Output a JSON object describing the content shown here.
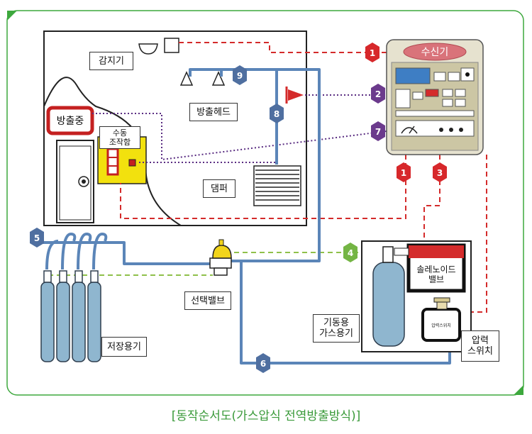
{
  "labels": {
    "detector": "감지기",
    "discharge_heads": "방출헤드",
    "damper": "댐퍼",
    "discharging_sign": "방출중",
    "manual_box_line1": "수동",
    "manual_box_line2": "조작함",
    "selector_valve": "선택밸브",
    "storage_cylinders": "저장용기",
    "pilot_cylinder_line1": "기동용",
    "pilot_cylinder_line2": "가스용기",
    "solenoid_line1": "솔레노이드",
    "solenoid_line2": "밸브",
    "pressure_switch_line1": "압력",
    "pressure_switch_line2": "스위치",
    "receiver": "수신기",
    "pressure_switch_tag": "압력스위치"
  },
  "steps": {
    "s1": "1",
    "s2": "2",
    "s3": "3",
    "s4": "4",
    "s5": "5",
    "s6": "6",
    "s7": "7",
    "s8": "8",
    "s9": "9"
  },
  "caption": "[동작순서도(가스압식 전역방출방식)]",
  "colors": {
    "frame_green": "#3da83d",
    "pipe_blue": "#5b85b8",
    "signal_red": "#d42b2b",
    "dotted_purple": "#5a2d82",
    "gas_green": "#8fc04a",
    "badge_red": "#d7282b",
    "badge_purple": "#6b3a8c",
    "badge_blue": "#4f6fa0",
    "badge_green": "#74b544",
    "cylinder_blue": "#8fb6cf",
    "receiver_bg": "#e6e2cf"
  }
}
